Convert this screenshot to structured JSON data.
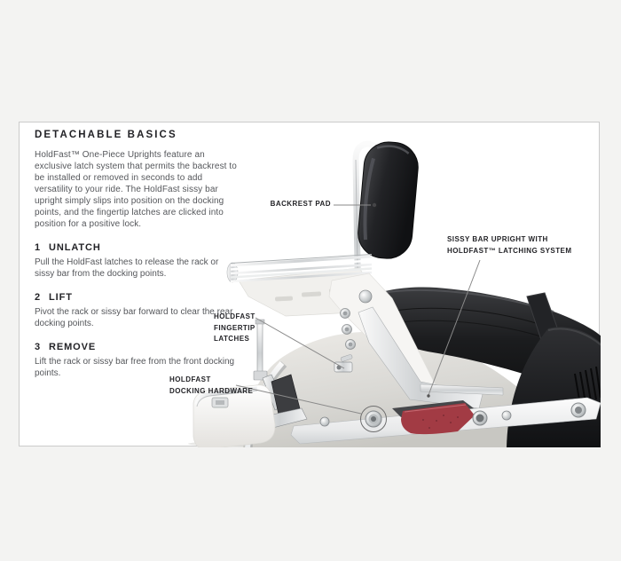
{
  "window": {
    "background": "#f3f3f2"
  },
  "card": {
    "background": "#ffffff",
    "border_color": "#cbcbcb"
  },
  "content": {
    "title": "DETACHABLE BASICS",
    "intro": "HoldFast™ One-Piece Uprights feature an exclusive latch system that permits the backrest to be installed or removed in seconds to add versatility to your ride. The HoldFast sissy bar upright simply slips into position on the docking points, and the fingertip latches are clicked into position for a positive lock.",
    "steps": [
      {
        "number": "1",
        "name": "UNLATCH",
        "description": "Pull the HoldFast latches to release the rack or sissy bar from the docking points."
      },
      {
        "number": "2",
        "name": "LIFT",
        "description": "Pivot the rack or sissy bar forward to clear the rear docking points."
      },
      {
        "number": "3",
        "name": "REMOVE",
        "description": "Lift the rack or sissy bar free from the front docking points."
      }
    ]
  },
  "diagram": {
    "callouts": {
      "backrest_pad": {
        "lines": [
          "BACKREST PAD"
        ]
      },
      "sissy_bar": {
        "lines": [
          "SISSY BAR UPRIGHT WITH",
          "HOLDFAST™ LATCHING SYSTEM"
        ]
      },
      "fingertip_latches": {
        "lines": [
          "HOLDFAST",
          "FINGERTIP",
          "LATCHES"
        ]
      },
      "docking_hardware": {
        "lines": [
          "HOLDFAST",
          "DOCKING HARDWARE"
        ]
      }
    },
    "colors": {
      "reflector_red": "#a23b44",
      "seat_black": "#1a1b1d",
      "fender_silver": "#d9d8d4",
      "chrome": "#e8eaeb",
      "leader_line": "#8a8a8a",
      "label_text": "#232327"
    }
  }
}
